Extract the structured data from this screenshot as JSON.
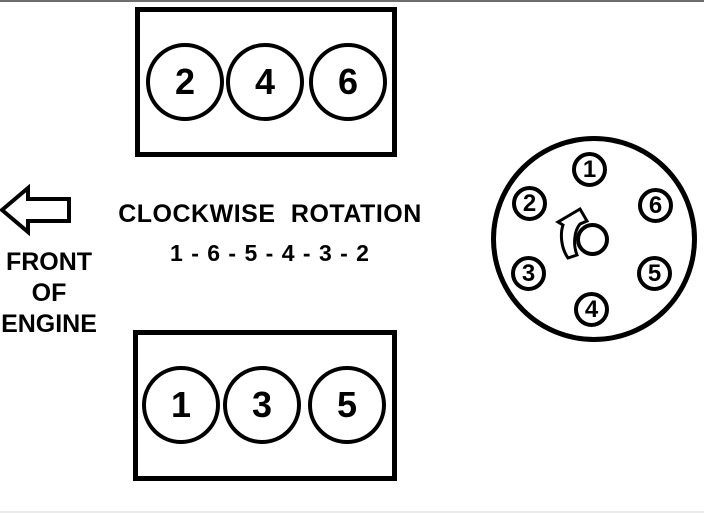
{
  "diagram": {
    "rotation_label": "CLOCKWISE ROTATION",
    "firing_order": "1 - 6 - 5 - 4 - 3 - 2",
    "front_of_engine": {
      "line1": "FRONT",
      "line2": "OF",
      "line3": "ENGINE"
    },
    "banks": {
      "top": {
        "cylinders": [
          "2",
          "4",
          "6"
        ]
      },
      "bottom": {
        "cylinders": [
          "1",
          "3",
          "5"
        ]
      }
    },
    "distributor": {
      "rotation_direction": "clockwise",
      "terminals": [
        {
          "label": "1",
          "position": "top"
        },
        {
          "label": "2",
          "position": "upper-left"
        },
        {
          "label": "6",
          "position": "upper-right"
        },
        {
          "label": "3",
          "position": "lower-left"
        },
        {
          "label": "5",
          "position": "lower-right"
        },
        {
          "label": "4",
          "position": "bottom"
        }
      ]
    },
    "colors": {
      "ink": "#000000",
      "background": "#ffffff",
      "top_rule": "#6e6e6e",
      "bottom_rule": "#e9ebee"
    }
  }
}
